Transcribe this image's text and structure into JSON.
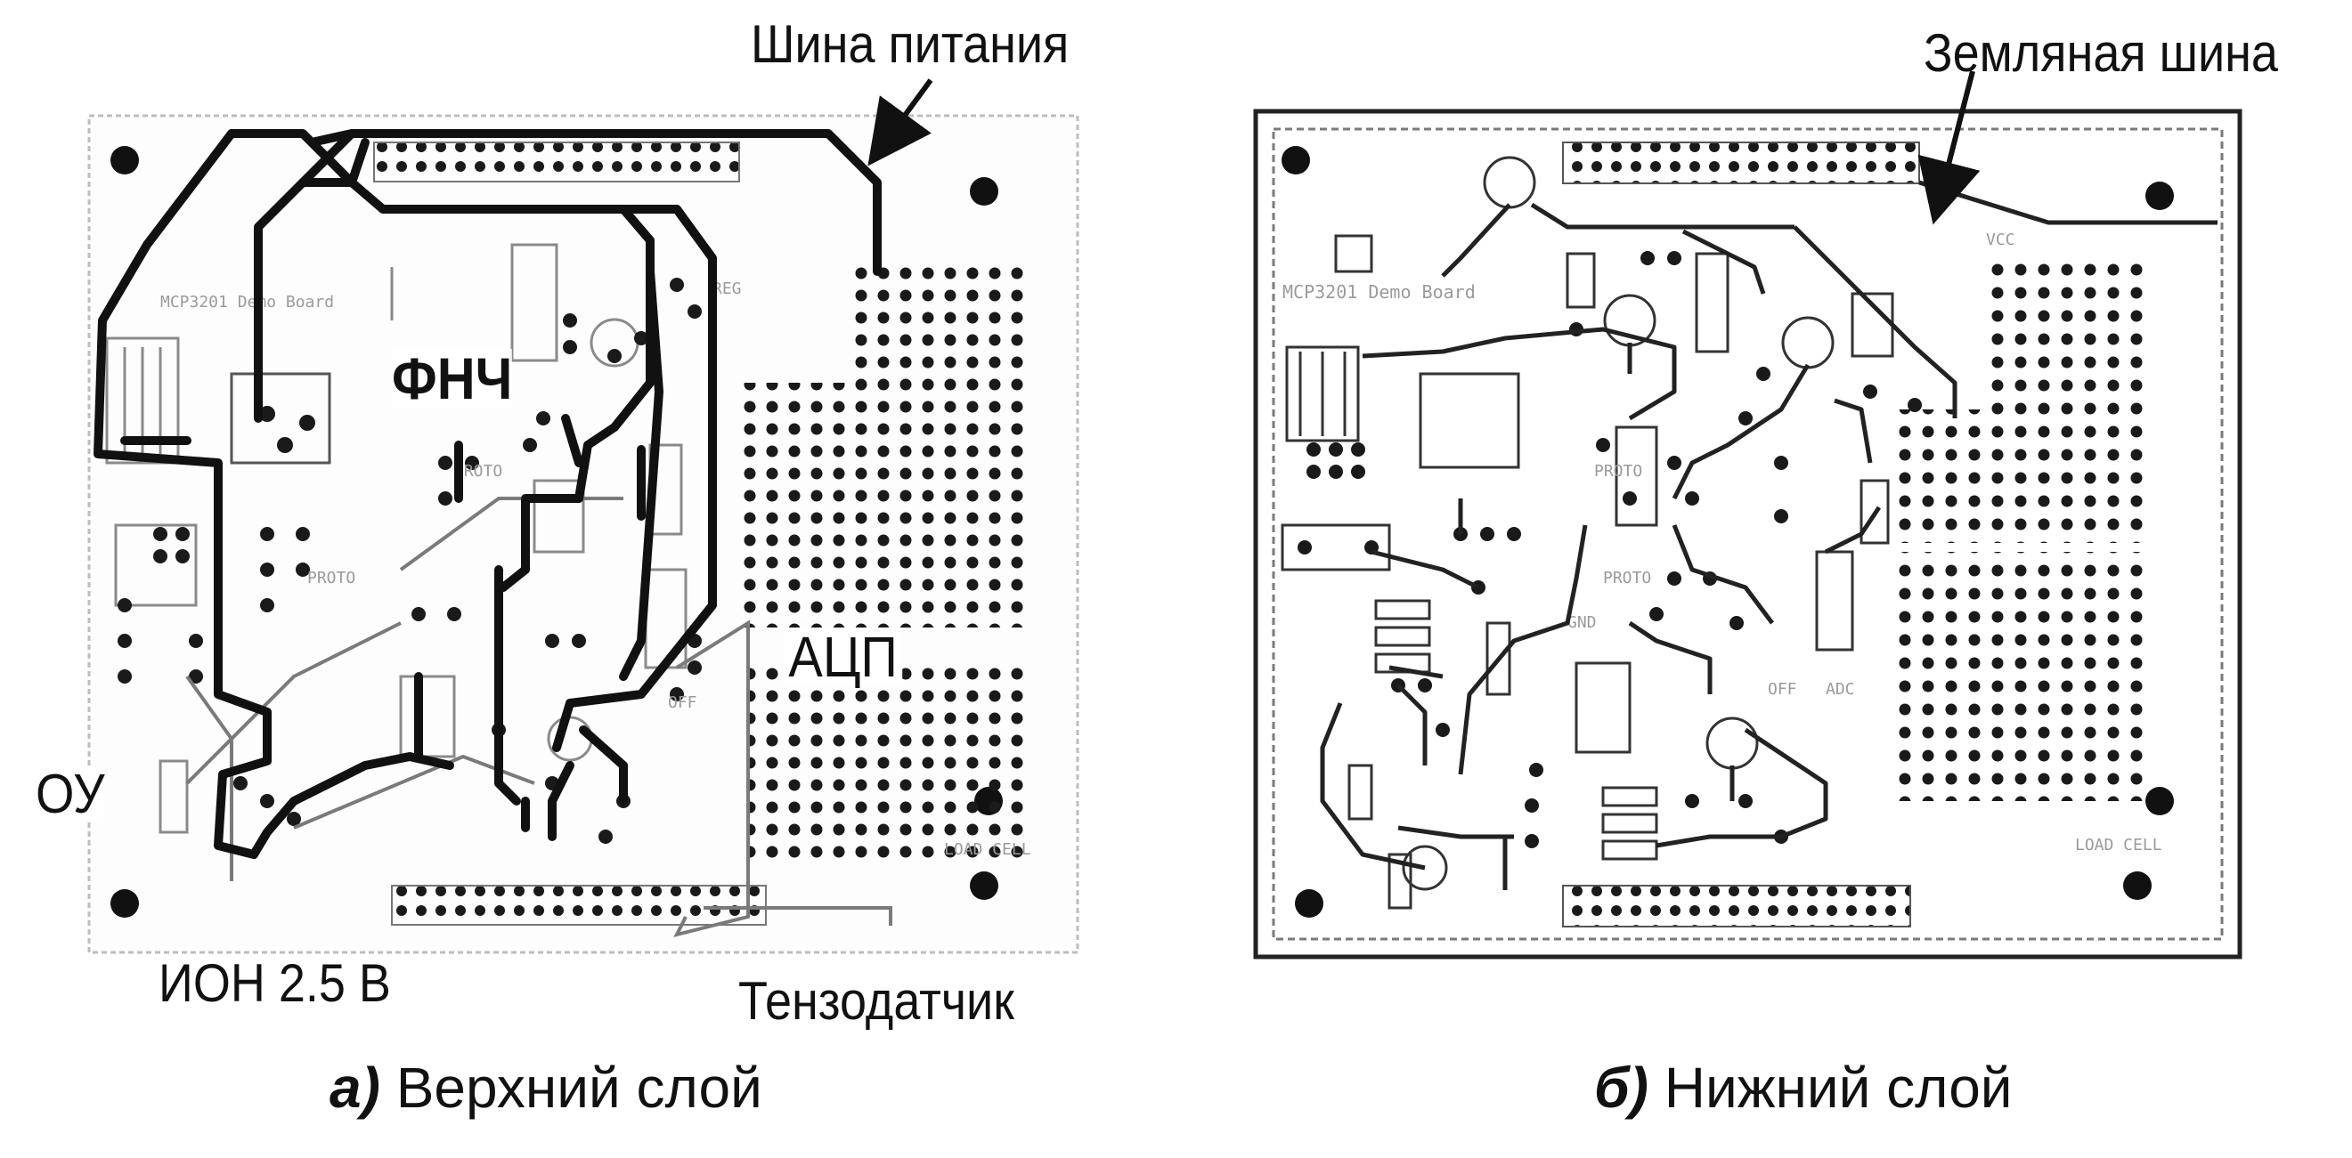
{
  "figure": {
    "top_layer": {
      "caption_letter": "а)",
      "caption_text": " Верхний слой",
      "labels": {
        "power_bus": "Шина питания",
        "lpf": "ФНЧ",
        "adc": "АЦП",
        "opamp": "ОУ",
        "vref": "ИОН 2.5 В",
        "load_cell": "Тензодатчик"
      }
    },
    "bottom_layer": {
      "caption_letter": "б)",
      "caption_text": " Нижний слой",
      "labels": {
        "ground_bus": "Земляная шина"
      }
    }
  },
  "colors": {
    "trace": "#111111",
    "board_outline": "#8a8a8a",
    "silkscreen": "#9a9a9a",
    "pad": "#1a1a1a",
    "background": "#ffffff"
  }
}
